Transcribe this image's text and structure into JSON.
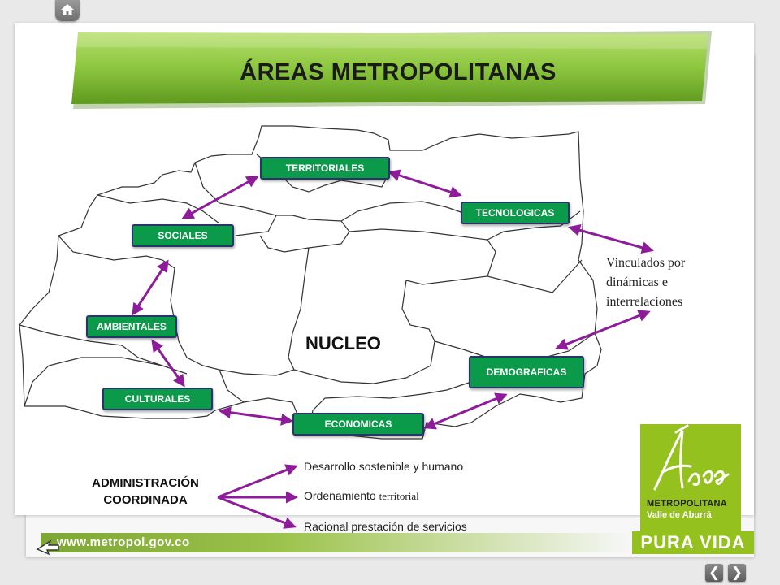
{
  "title": "ÁREAS METROPOLITANAS",
  "diagram": {
    "nodes": {
      "territoriales": "TERRITORIALES",
      "tecnologicas": "TECNOLOGICAS",
      "sociales": "SOCIALES",
      "ambientales": "AMBIENTALES",
      "culturales": "CULTURALES",
      "economicas": "ECONOMICAS",
      "demograficas": "DEMOGRAFICAS"
    },
    "nucleo": "NUCLEO",
    "vinculados": "Vinculados por dinámicas e interrelaciones"
  },
  "administracion": {
    "label_line1": "ADMINISTRACIÓN",
    "label_line2": "COORDINADA",
    "goals": {
      "g1": "Desarrollo sostenible y humano",
      "g2_main": "Ordenamiento",
      "g2_serif": "territorial",
      "g3": "Racional prestación de servicios"
    }
  },
  "footer": {
    "url": "www.metropol.gov.co",
    "logo_line1": "METROPOLITANA",
    "logo_line2": "Valle de Aburrá",
    "slogan": "PURA VIDA",
    "prev_label": "❮",
    "next_label": "❯"
  },
  "colors": {
    "node_green": "#0a9a4a",
    "node_border": "#27356b",
    "arrow_purple": "#8e1b9a",
    "banner_green": "#8cc63f",
    "logo_green": "#95c11f"
  },
  "icons": {
    "home": "home-icon",
    "cursor": "pointer-arrow-icon",
    "prev": "chevron-left-icon",
    "next": "chevron-right-icon"
  }
}
